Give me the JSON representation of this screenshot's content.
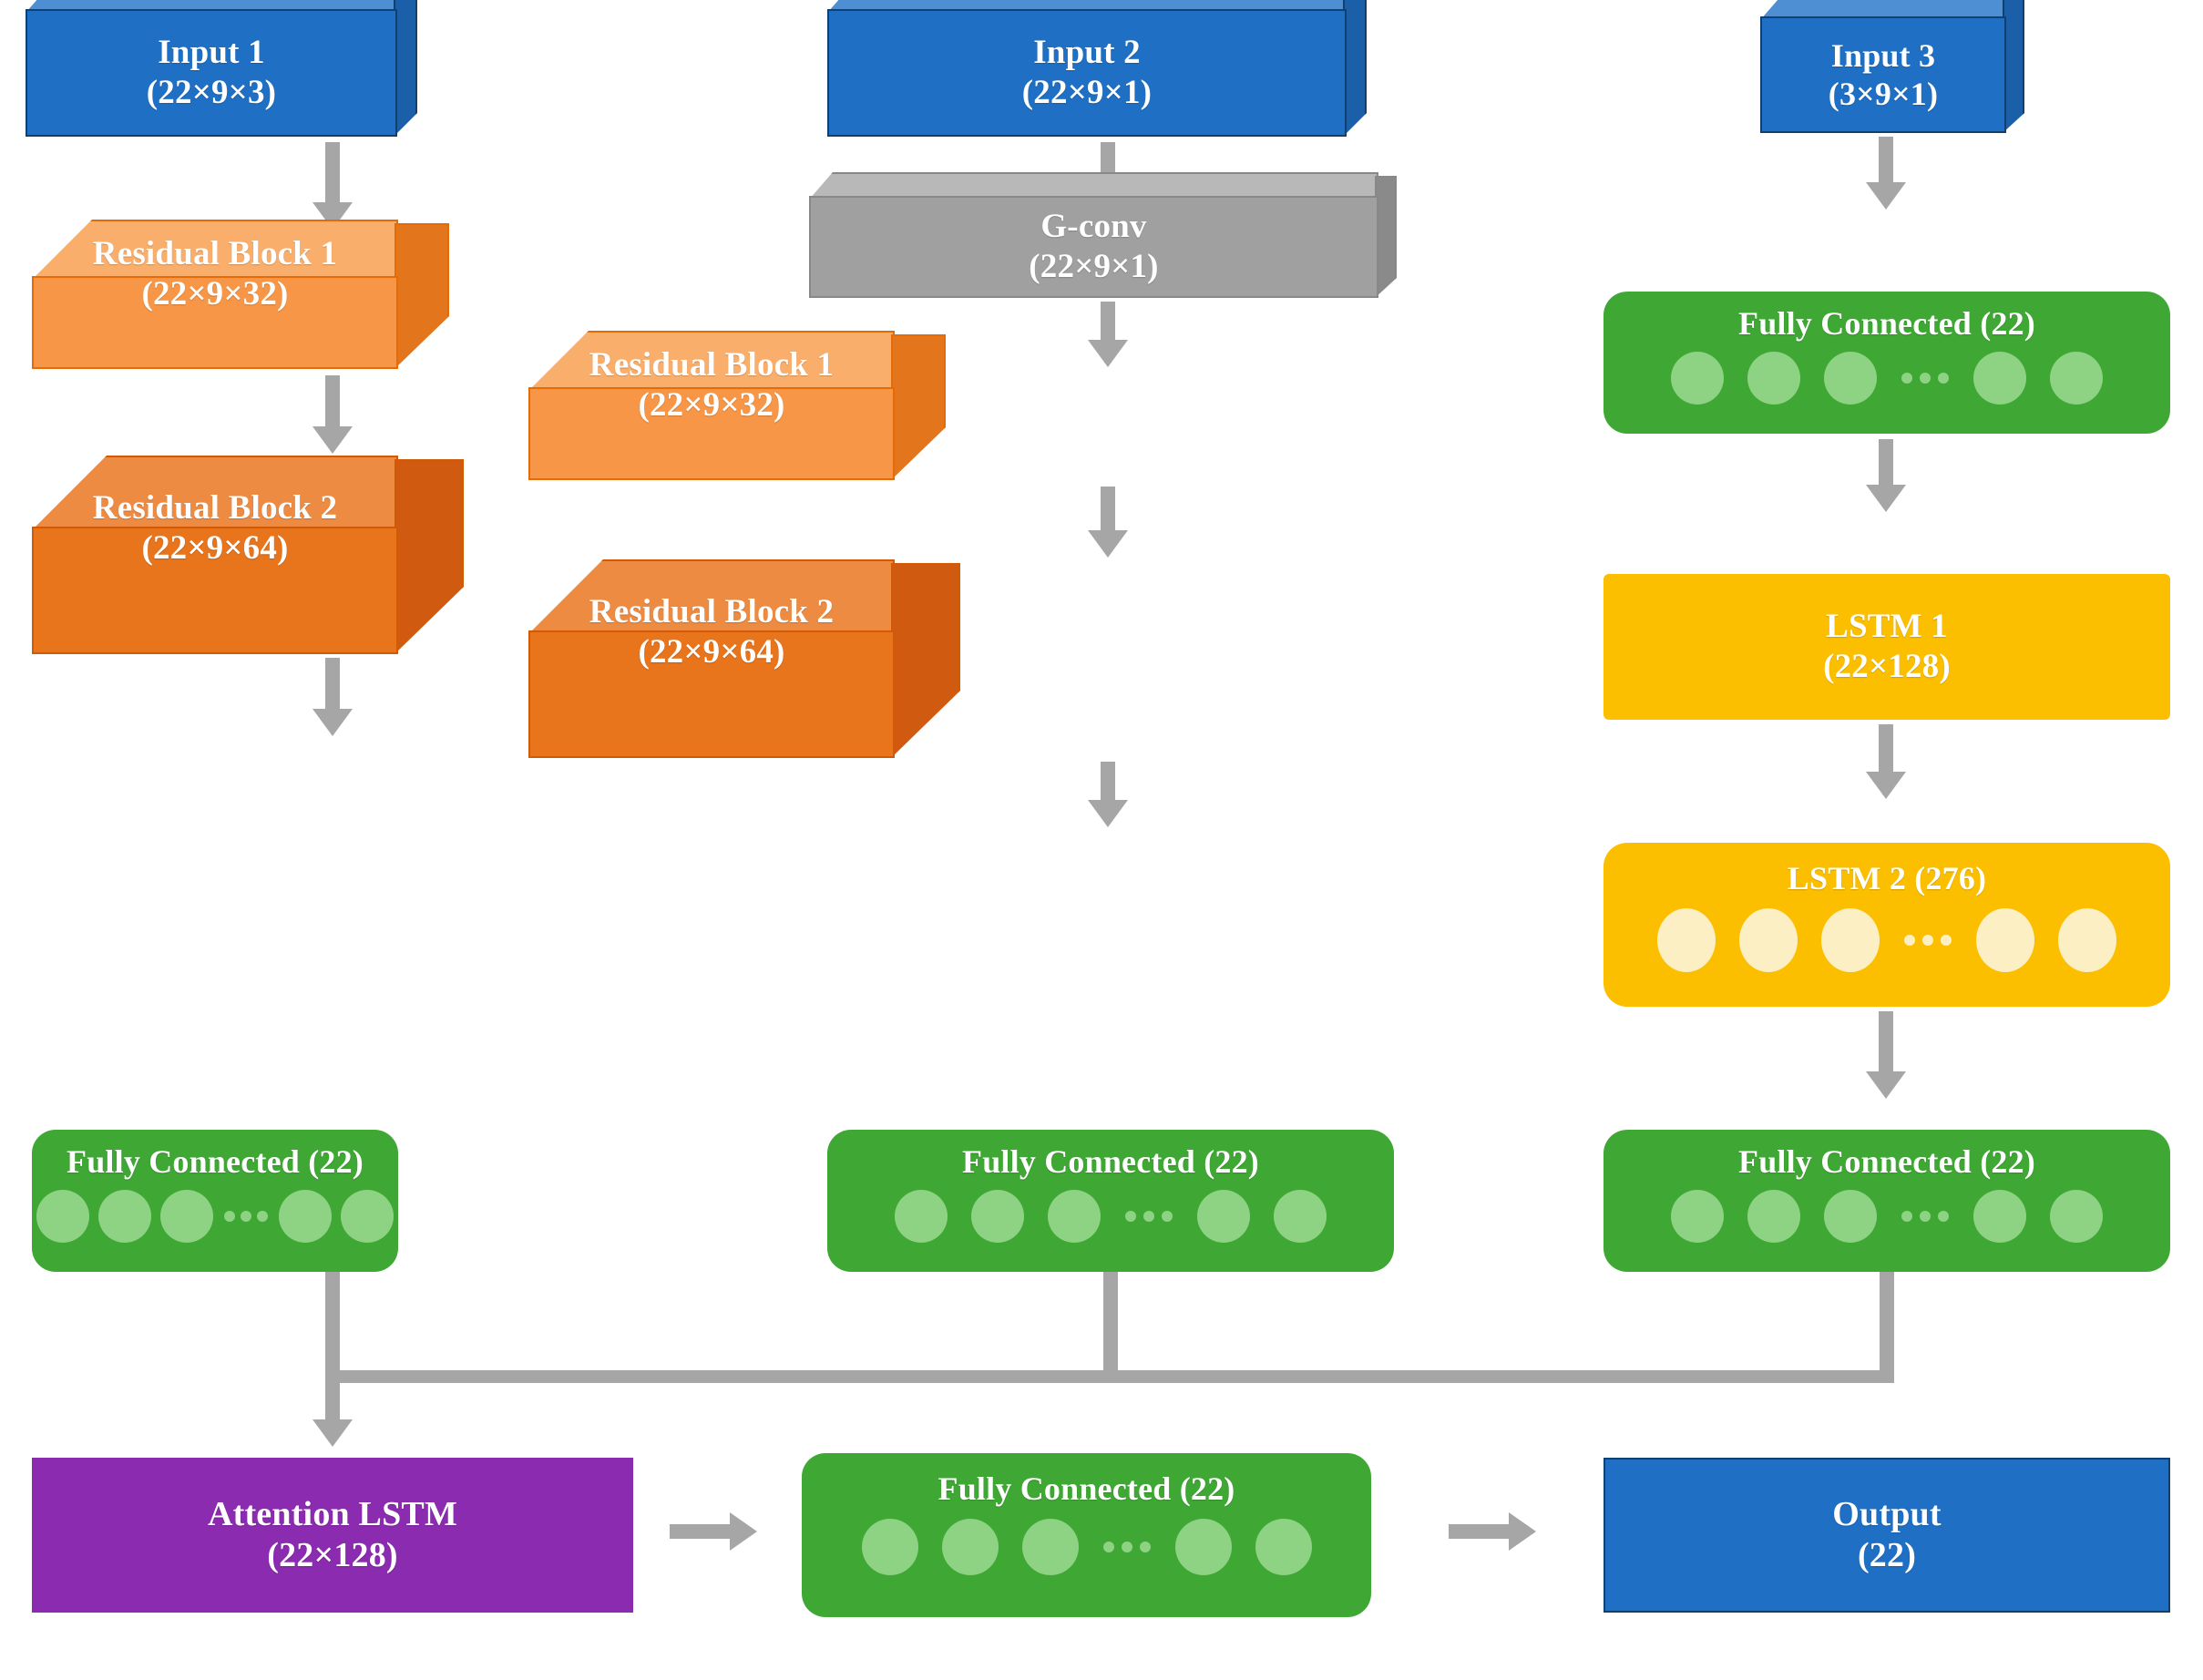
{
  "diagram": {
    "title": "Multi-branch CNN-LSTM network architecture",
    "type": "neural-network-architecture",
    "colors": {
      "input_blue": "#1F6FC4",
      "input_blue_top": "#4E8FD4",
      "input_blue_side": "#1A5FA8",
      "input_blue_border": "#103F72",
      "gray": "#A0A0A0",
      "gray_top": "#B8B8B8",
      "gray_side": "#8A8A8A",
      "orange_light": "#F79646",
      "orange_light_top": "#F9AE6B",
      "orange_light_side": "#E06A10",
      "orange_light_border": "#E36C09",
      "orange_dark": "#E8741C",
      "orange_dark_top": "#EE8B42",
      "orange_dark_side": "#D25A06",
      "green": "#3FA834",
      "green_neuron": "#8ED283",
      "yellow": "#FCBF00",
      "yellow_neuron": "#FDEFC4",
      "purple": "#8B2BB0",
      "output_blue": "#1F6FC4",
      "arrow_gray": "#A6A6A6"
    },
    "branches": [
      {
        "name": "branch-1",
        "nodes": [
          {
            "id": "input-1",
            "kind": "box3d",
            "color": "input_blue",
            "line1": "Input 1",
            "line2": "(22×9×3)"
          },
          {
            "id": "residual-block-1-b1",
            "kind": "box3d",
            "color": "orange_light",
            "line1": "Residual Block 1",
            "line2": "(22×9×32)"
          },
          {
            "id": "residual-block-2-b1",
            "kind": "box3d",
            "color": "orange_dark",
            "line1": "Residual Block 2",
            "line2": "(22×9×64)"
          },
          {
            "id": "fully-connected-b1",
            "kind": "rounded-neurons",
            "color": "green",
            "line1": "Fully Connected (22)",
            "line2": ""
          }
        ]
      },
      {
        "name": "branch-2",
        "nodes": [
          {
            "id": "input-2",
            "kind": "box3d",
            "color": "input_blue",
            "line1": "Input 2",
            "line2": "(22×9×1)"
          },
          {
            "id": "g-conv",
            "kind": "box3d",
            "color": "gray",
            "line1": "G-conv",
            "line2": "(22×9×1)"
          },
          {
            "id": "residual-block-1-b2",
            "kind": "box3d",
            "color": "orange_light",
            "line1": "Residual Block 1",
            "line2": "(22×9×32)"
          },
          {
            "id": "residual-block-2-b2",
            "kind": "box3d",
            "color": "orange_dark",
            "line1": "Residual Block 2",
            "line2": "(22×9×64)"
          },
          {
            "id": "fully-connected-b2",
            "kind": "rounded-neurons",
            "color": "green",
            "line1": "Fully Connected (22)",
            "line2": ""
          }
        ]
      },
      {
        "name": "branch-3",
        "nodes": [
          {
            "id": "input-3",
            "kind": "box3d",
            "color": "input_blue",
            "line1": "Input 3",
            "line2": "(3×9×1)"
          },
          {
            "id": "fully-connected-b3-top",
            "kind": "rounded-neurons",
            "color": "green",
            "line1": "Fully Connected (22)",
            "line2": ""
          },
          {
            "id": "lstm-1",
            "kind": "flat",
            "color": "yellow",
            "line1": "LSTM 1",
            "line2": "(22×128)"
          },
          {
            "id": "lstm-2",
            "kind": "rounded-neurons",
            "color": "yellow",
            "line1": "LSTM 2 (276)",
            "line2": ""
          },
          {
            "id": "fully-connected-b3",
            "kind": "rounded-neurons",
            "color": "green",
            "line1": "Fully Connected (22)",
            "line2": ""
          }
        ]
      }
    ],
    "merge": [
      {
        "id": "attention-lstm",
        "kind": "flat",
        "color": "purple",
        "line1": "Attention LSTM",
        "line2": "(22×128)"
      },
      {
        "id": "fully-connected-final",
        "kind": "rounded-neurons",
        "color": "green",
        "line1": "Fully Connected (22)",
        "line2": ""
      },
      {
        "id": "output",
        "kind": "flat",
        "color": "output_blue",
        "line1": "Output",
        "line2": "(22)"
      }
    ],
    "ellipsis": "•••"
  },
  "nodes": {
    "input1": {
      "line1": "Input 1",
      "line2": "(22×9×3)"
    },
    "input2": {
      "line1": "Input 2",
      "line2": "(22×9×1)"
    },
    "input3": {
      "line1": "Input 3",
      "line2": "(3×9×1)"
    },
    "gconv": {
      "line1": "G-conv",
      "line2": "(22×9×1)"
    },
    "res1_b1": {
      "line1": "Residual Block 1",
      "line2": "(22×9×32)"
    },
    "res2_b1": {
      "line1": "Residual Block 2",
      "line2": "(22×9×64)"
    },
    "res1_b2": {
      "line1": "Residual Block 1",
      "line2": "(22×9×32)"
    },
    "res2_b2": {
      "line1": "Residual Block 2",
      "line2": "(22×9×64)"
    },
    "fc_b1": {
      "line1": "Fully Connected (22)",
      "line2": ""
    },
    "fc_b2": {
      "line1": "Fully Connected (22)",
      "line2": ""
    },
    "fc_b3_top": {
      "line1": "Fully Connected (22)",
      "line2": ""
    },
    "fc_b3": {
      "line1": "Fully Connected (22)",
      "line2": ""
    },
    "lstm1": {
      "line1": "LSTM 1",
      "line2": "(22×128)"
    },
    "lstm2": {
      "line1": "LSTM 2 (276)",
      "line2": ""
    },
    "attention": {
      "line1": "Attention LSTM",
      "line2": "(22×128)"
    },
    "fc_final": {
      "line1": "Fully Connected (22)",
      "line2": ""
    },
    "output": {
      "line1": "Output",
      "line2": "(22)"
    }
  }
}
